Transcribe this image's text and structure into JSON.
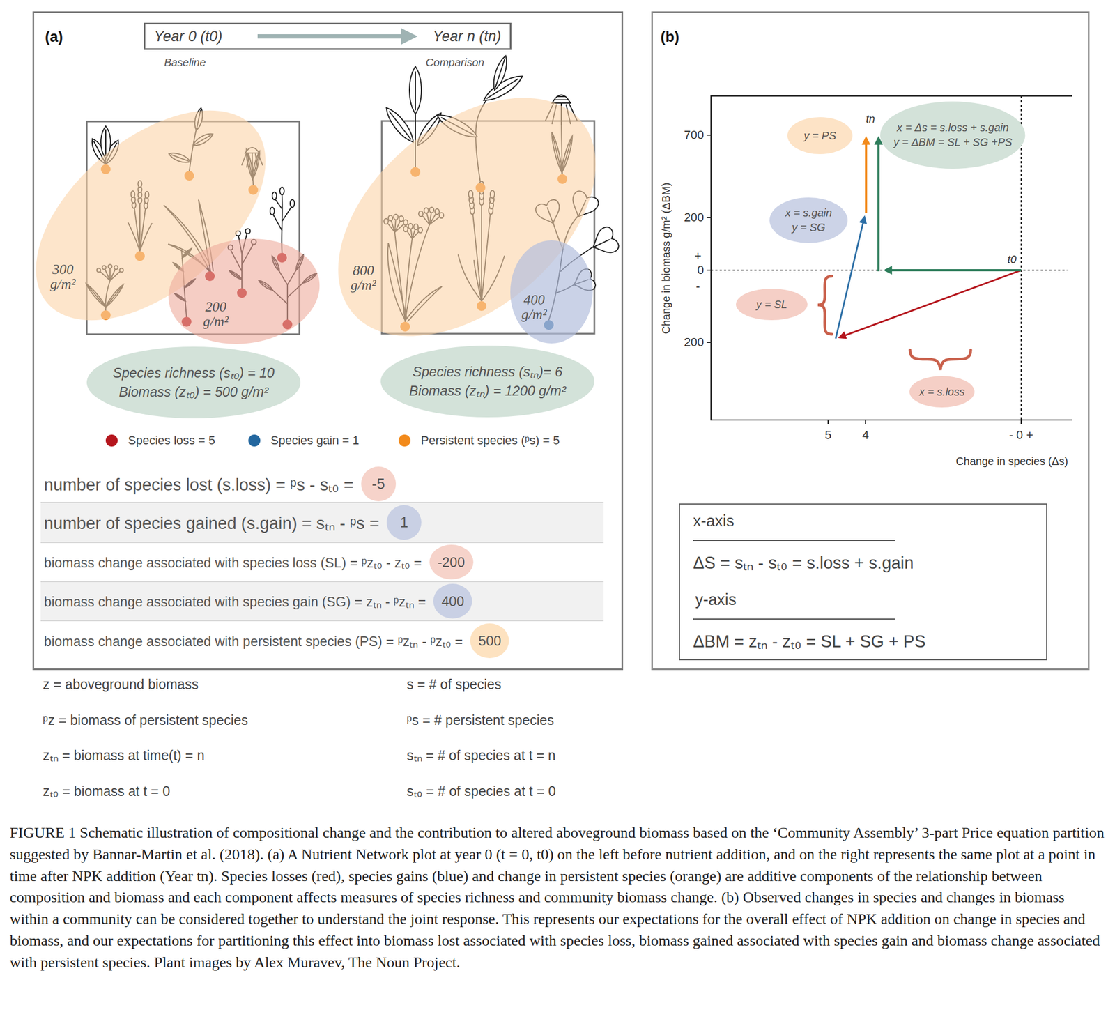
{
  "diagram": {
    "caption": "FIGURE 1 Schematic illustration of compositional change and the contribution to altered aboveground biomass based on the ‘Community Assembly’ 3-part Price equation partition suggested by Bannar-Martin et al. (2018). (a) A Nutrient Network plot at year 0 (t = 0, t0) on the left before nutrient addition, and on the right represents the same plot at a point in time after NPK addition (Year tn). Species losses (red), species gains (blue) and change in persistent species (orange) are additive components of the relationship between composition and biomass and each component affects measures of species richness and community biomass change. (b) Observed changes in species and changes in biomass within a community can be considered together to understand the joint response. This represents our expectations for the overall effect of NPK addition on change in species and biomass, and our expectations for partitioning this effect into biomass lost associated with species loss, biomass gained associated with species gain and biomass change associated with persistent species. Plant images by Alex Muravev, The Noun Project.",
    "nodes": [
      {
        "text": [
          "(a)"
        ]
      },
      {
        "text": [
          "Year 0 (t0)",
          "Year n (tn)"
        ],
        "in": 0
      },
      {
        "text": [
          "300 g/m²"
        ],
        "in": 0
      },
      {
        "text": [
          "200 g/m²"
        ],
        "in": 0
      },
      {
        "text": [
          "Species richness (sₜ₀) = 10",
          "Biomass (zₜ₀) = 500 g/m²"
        ],
        "in": 0
      },
      {
        "text": [
          "800 g/m²"
        ],
        "in": 0
      },
      {
        "text": [
          "400 g/m²"
        ],
        "in": 0
      },
      {
        "text": [
          "Species richness (sₜₙ)= 6",
          "Biomass (zₜₙ) = 1200 g/m²"
        ],
        "in": 0
      },
      {
        "text": [
          "number of species lost (s.loss) = ᵖs - sₜ₀ ="
        ],
        "in": 0
      },
      {
        "text": [
          "-5"
        ],
        "in": 8
      },
      {
        "text": [
          "number of species gained (s.gain) = sₜₙ - ᵖs ="
        ],
        "in": 0
      },
      {
        "text": [
          "1"
        ],
        "in": 10
      },
      {
        "text": [
          "biomass change associated with species loss (SL) = ᵖzₜ₀ - zₜ₀ ="
        ],
        "in": 0
      },
      {
        "text": [
          "-200"
        ],
        "in": 12
      },
      {
        "text": [
          "biomass change associated with species gain (SG) = zₜₙ - ᵖzₜₙ ="
        ],
        "in": 0
      },
      {
        "text": [
          "400"
        ],
        "in": 14
      },
      {
        "text": [
          "biomass change associated with persistent species (PS) = ᵖzₜₙ - ᵖzₜ₀ ="
        ],
        "in": 0
      },
      {
        "text": [
          "500"
        ],
        "in": 16
      },
      {
        "text": [
          "(b)"
        ]
      },
      {
        "text": [
          "y = PS"
        ],
        "in": 18
      },
      {
        "text": [
          "x = Δs = s.loss + s.gain",
          "y = ΔBM = SL + SG +PS"
        ],
        "in": 18
      },
      {
        "text": [
          "x = s.gain",
          "y = SG"
        ],
        "in": 18
      },
      {
        "text": [
          "y = SL"
        ],
        "in": 18
      },
      {
        "text": [
          "x = s.loss"
        ],
        "in": 18
      },
      {
        "text": [
          "x-axis",
          "ΔS = sₜₙ - sₜ₀ = s.loss + s.gain",
          "y-axis",
          "ΔBM = zₜₙ - zₜ₀ = SL + SG + PS"
        ],
        "in": 18
      }
    ],
    "labels": [
      "Baseline",
      "Comparison",
      "z = aboveground biomass",
      "s = # of species",
      "ᵖz = biomass of persistent species",
      "ᵖs = # persistent species",
      "zₜₙ = biomass at time(t) = n",
      "sₜₙ = # of species at t = n",
      "zₜ₀ = biomass at t = 0",
      "sₜ₀ = # of species at t = 0",
      "tn",
      "700",
      "200",
      "+",
      "0",
      "-",
      "200",
      "t0",
      "5",
      "4",
      "- 0 +",
      "Change in biomass g/m² (ΔBM)",
      "Change in species (Δs)"
    ],
    "legend": [
      {
        "text": "Species loss = 5",
        "color": "#b5161d"
      },
      {
        "text": "Species gain = 1",
        "color": "#23679f"
      },
      {
        "text": "Persistent species (ᵖs) = 5",
        "color": "#f28a1b"
      }
    ]
  }
}
